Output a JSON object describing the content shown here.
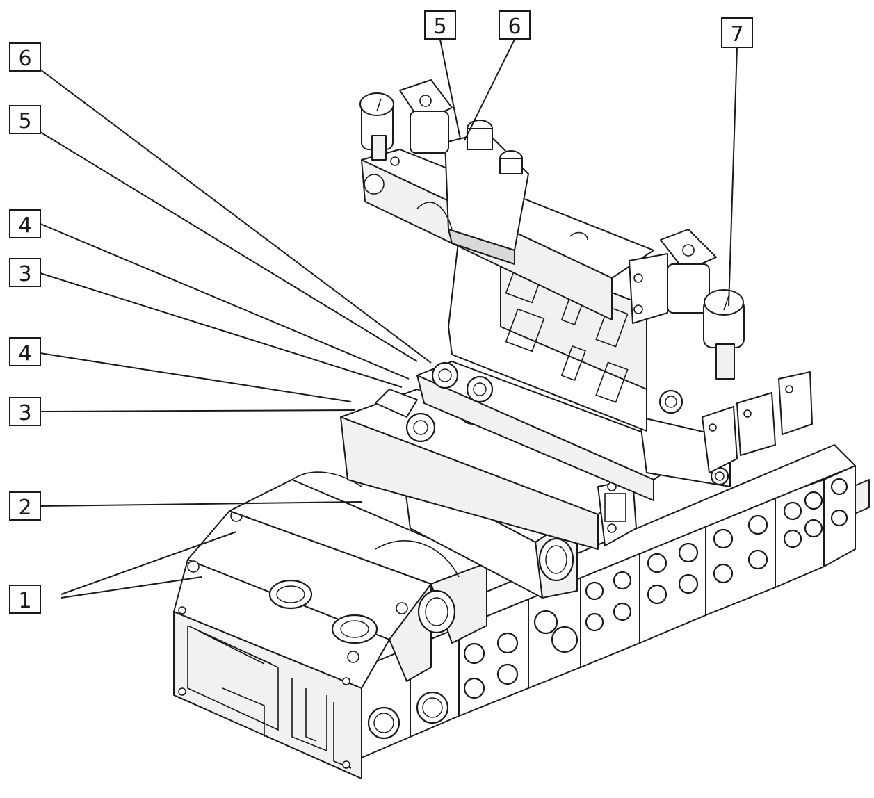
{
  "callouts": [
    {
      "id": "c1",
      "label": "1"
    },
    {
      "id": "c2",
      "label": "2"
    },
    {
      "id": "c3a",
      "label": "3"
    },
    {
      "id": "c3b",
      "label": "3"
    },
    {
      "id": "c4a",
      "label": "4"
    },
    {
      "id": "c4b",
      "label": "4"
    },
    {
      "id": "c5a",
      "label": "5"
    },
    {
      "id": "c5b",
      "label": "5"
    },
    {
      "id": "c6a",
      "label": "6"
    },
    {
      "id": "c6b",
      "label": "6"
    },
    {
      "id": "c7",
      "label": "7"
    }
  ],
  "colors": {
    "line": "#1a1a1a",
    "background": "#ffffff",
    "shade": "#f1f1f1"
  }
}
